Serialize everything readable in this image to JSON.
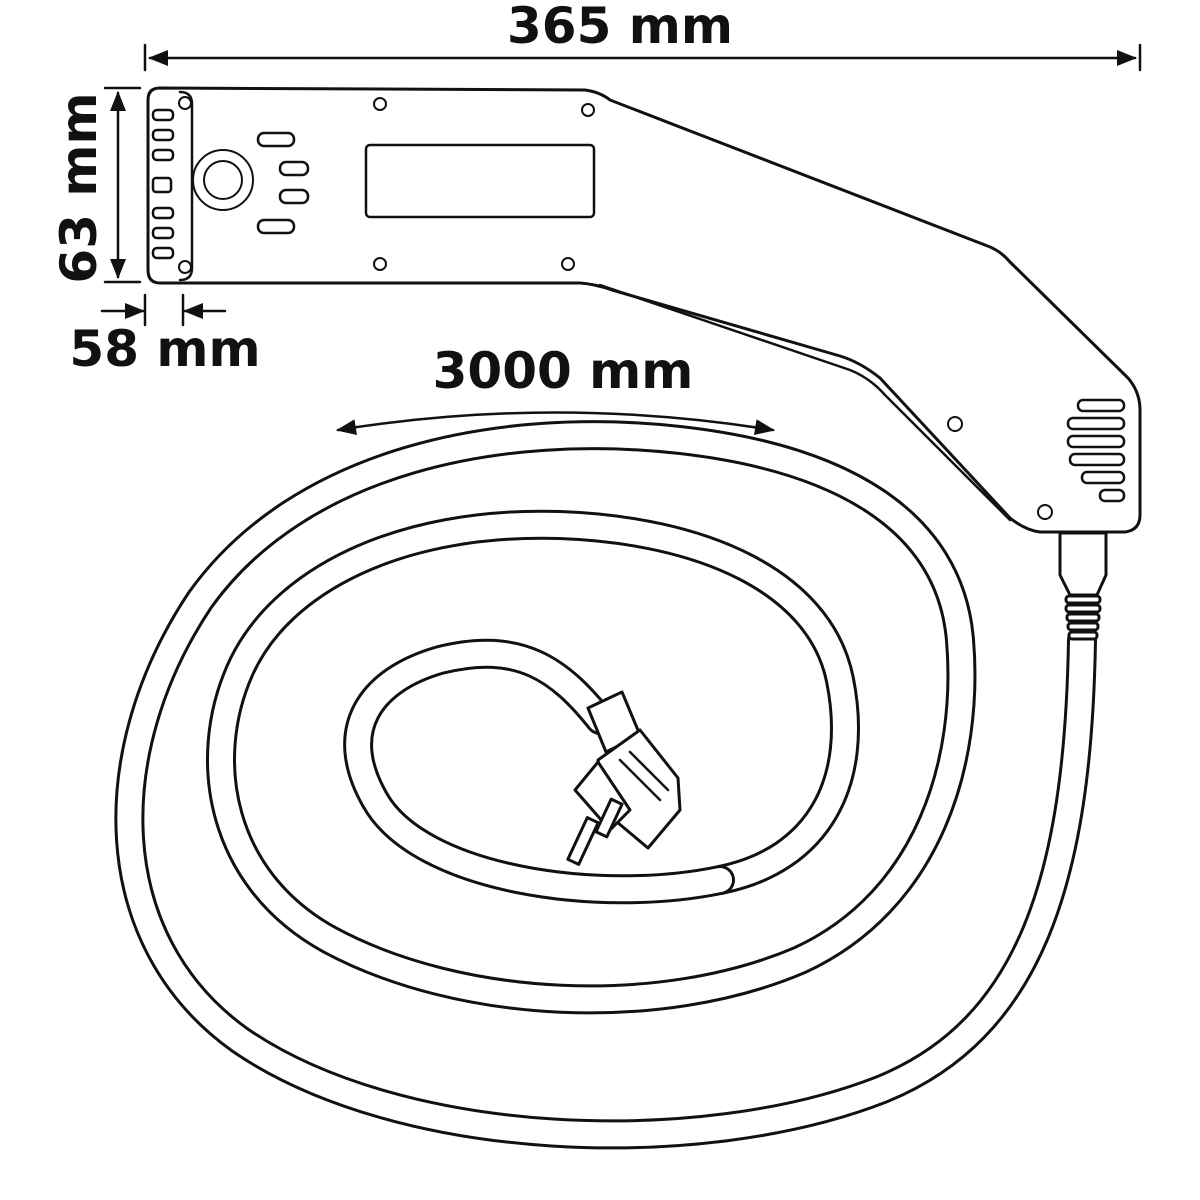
{
  "dimensions": {
    "length_label": "365 mm",
    "height_label": "63 mm",
    "width_label": "58 mm",
    "cable_label": "3000 mm"
  },
  "colors": {
    "line": "#111111",
    "background": "#ffffff"
  }
}
